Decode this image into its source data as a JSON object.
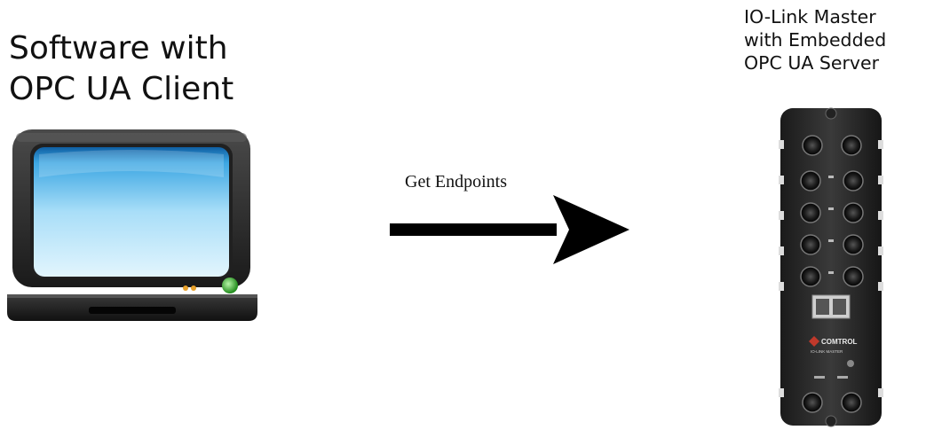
{
  "client": {
    "title_line1": "Software with",
    "title_line2": "OPC UA Client",
    "icon": "laptop-icon"
  },
  "arrow": {
    "label": "Get Endpoints",
    "icon": "arrow-right-icon"
  },
  "server": {
    "title_line1": "IO-Link Master",
    "title_line2": "with Embedded",
    "title_line3": "OPC UA Server",
    "device_brand": "COMTROL",
    "device_model": "IO-LINK MASTER",
    "icon": "io-link-master-device-icon"
  },
  "colors": {
    "screen_light": "#bfe8fb",
    "screen_dark": "#1f7fc2",
    "laptop_body": "#2b2b2b",
    "power_led": "#3fb83a",
    "status_led": "#e8a12b"
  }
}
